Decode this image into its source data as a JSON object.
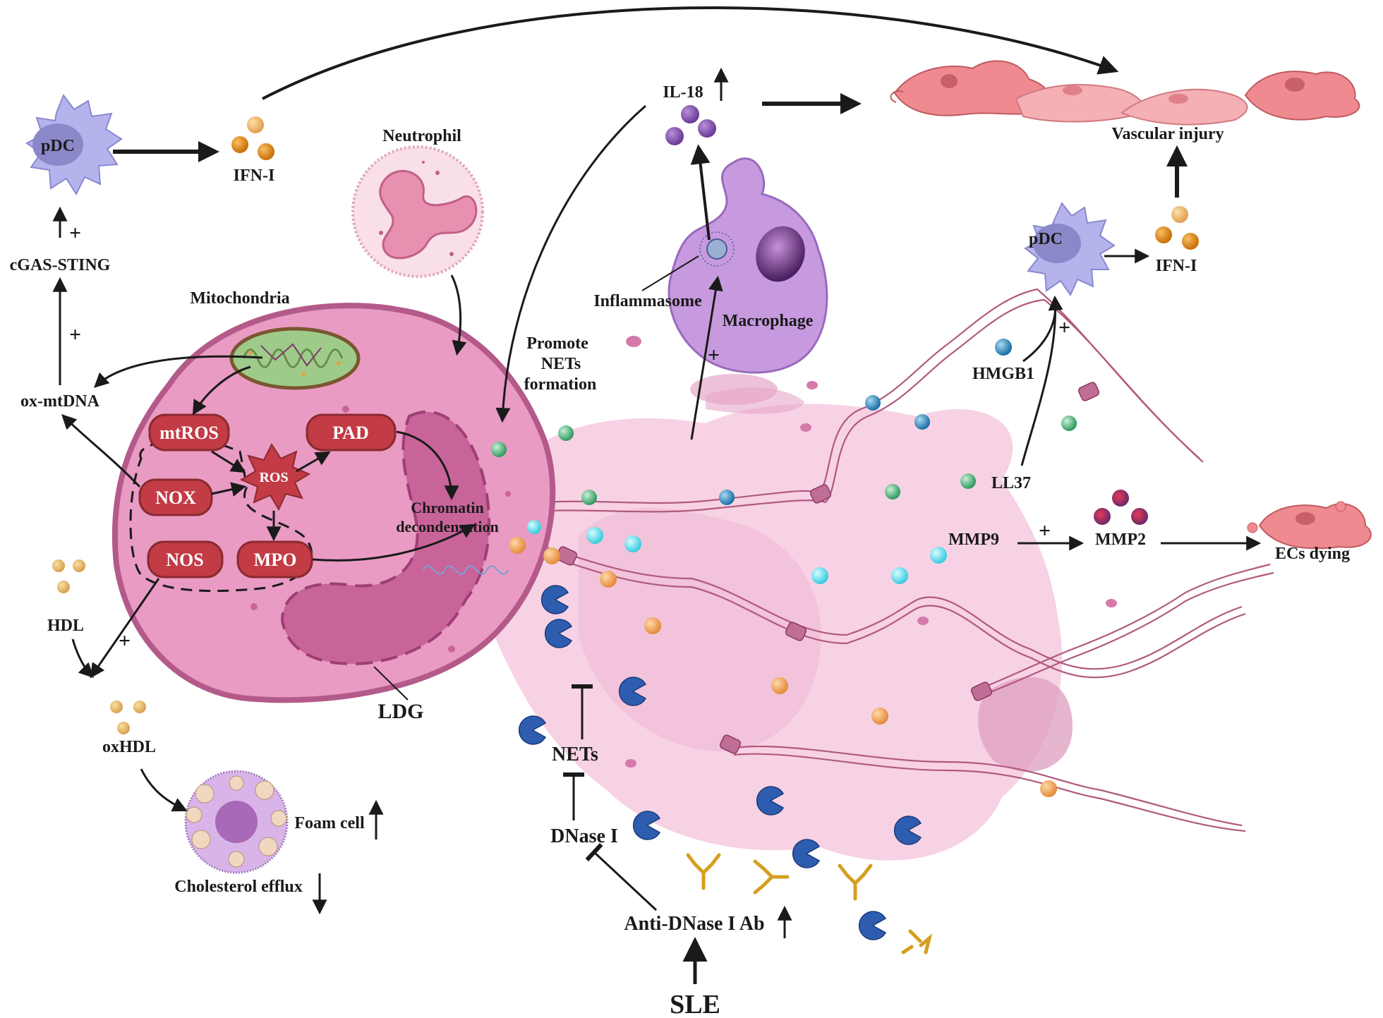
{
  "labels": {
    "pdc_left": "pDC",
    "ifn_left": "IFN-I",
    "cgas": "cGAS-STING",
    "ox_mtdna": "ox-mtDNA",
    "mitochondria": "Mitochondria",
    "neutrophil": "Neutrophil",
    "mtros": "mtROS",
    "ros": "ROS",
    "pad": "PAD",
    "nox": "NOX",
    "nos": "NOS",
    "mpo": "MPO",
    "chromatin": "Chromatin",
    "decondensation": "decondensation",
    "hdl": "HDL",
    "oxhdl": "oxHDL",
    "foam_cell": "Foam cell",
    "cholesterol": "Cholesterol efflux",
    "ldg": "LDG",
    "il18": "IL-18",
    "promote_1": "Promote",
    "promote_2": "NETs",
    "promote_3": "formation",
    "inflammasome": "Inflammasome",
    "macrophage": "Macrophage",
    "vascular": "Vascular injury",
    "pdc_right": "pDC",
    "ifn_right": "IFN-I",
    "hmgb1": "HMGB1",
    "ll37": "LL37",
    "mmp9": "MMP9",
    "mmp2": "MMP2",
    "ecs": "ECs dying",
    "nets": "NETs",
    "dnase": "DNase I",
    "anti_dnase": "Anti-DNase I Ab",
    "sle": "SLE",
    "plus": "+"
  },
  "colors": {
    "cell_pink": "#e99bc3",
    "nucleus": "#c9649a",
    "net_cloud": "#f5cde0",
    "box_red": "#c23b45",
    "pdc": "#b5b3ec",
    "macrophage": "#c79ae0",
    "vessel": "#ee8a90",
    "ifn_orange": "#e08a1b",
    "il18_purple": "#7b4fa0",
    "pacman_blue": "#2e5db0",
    "antibody": "#d4a020"
  }
}
